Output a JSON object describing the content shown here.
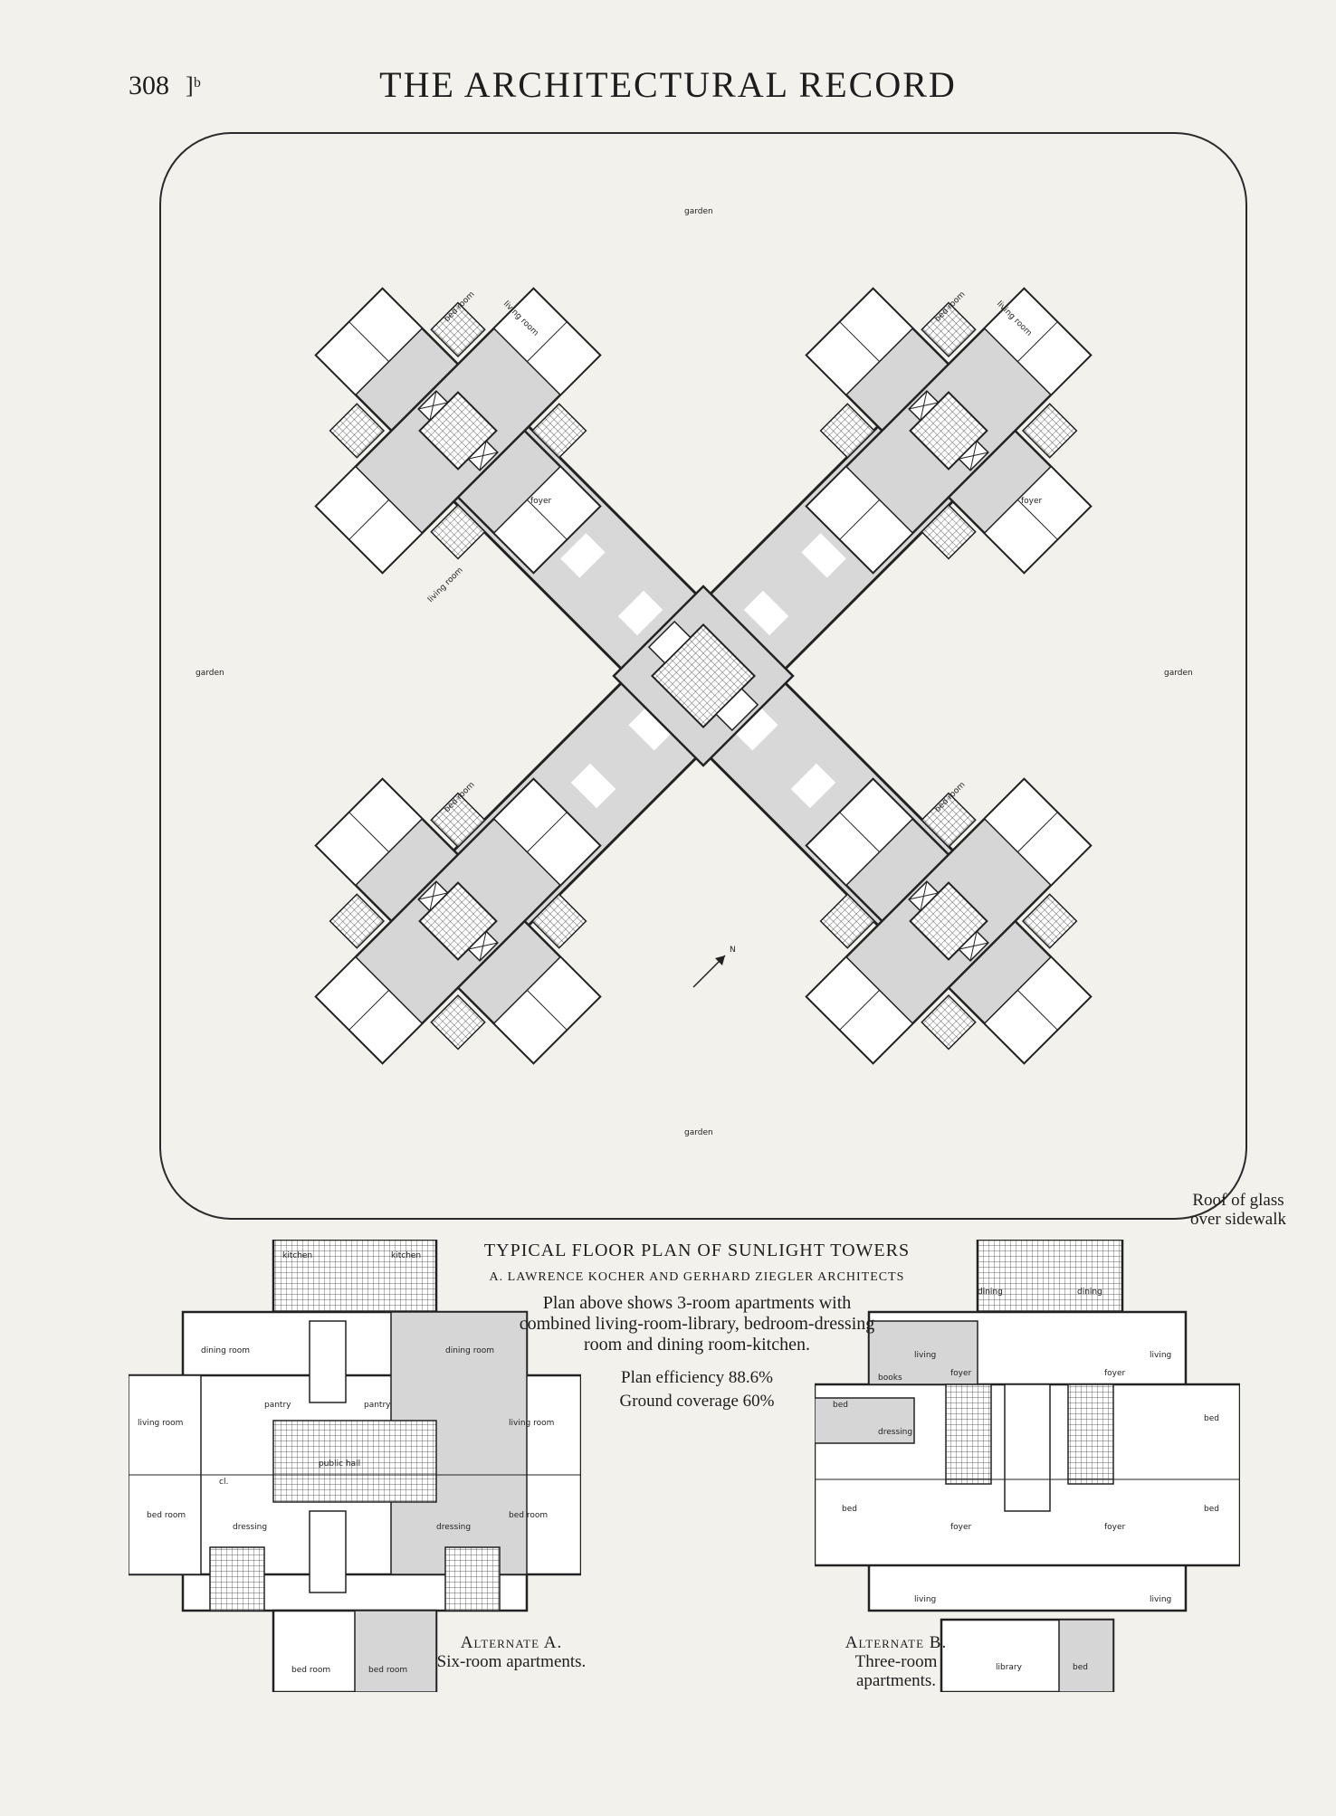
{
  "header": {
    "page_number": "308",
    "page_mark": "]ᵇ",
    "journal_title": "THE ARCHITECTURAL RECORD"
  },
  "main_plan": {
    "garden_labels": [
      "garden",
      "garden",
      "garden",
      "garden"
    ],
    "compass_label": "N",
    "room_labels": {
      "bed_room": "bed room",
      "living_room": "living room",
      "foyer": "foyer"
    }
  },
  "caption": {
    "title": "TYPICAL FLOOR PLAN OF SUNLIGHT TOWERS",
    "authors": "A. LAWRENCE KOCHER AND GERHARD ZIEGLER ARCHITECTS",
    "description": "Plan above shows 3-room apartments with combined living-room-library, bedroom-dressing room and dining room-kitchen.",
    "plan_efficiency": "Plan efficiency 88.6%",
    "ground_coverage": "Ground coverage 60%"
  },
  "roof_note": "Roof of glass over sidewalk",
  "alternate_a": {
    "caption_name": "Alternate A.",
    "caption_desc": "Six-room apartments.",
    "rooms": {
      "kitchen": "kitchen",
      "dining_room": "dining room",
      "pantry": "pantry",
      "living_room": "living room",
      "public_hall": "public hall",
      "bed_room": "bed room",
      "dressing": "dressing",
      "cl": "cl."
    }
  },
  "alternate_b": {
    "caption_name": "Alternate B.",
    "caption_desc": "Three-room apartments.",
    "rooms": {
      "dining": "dining",
      "living": "living",
      "books": "books",
      "foyer": "foyer",
      "bed": "bed",
      "dressing": "dressing",
      "library": "library"
    }
  }
}
